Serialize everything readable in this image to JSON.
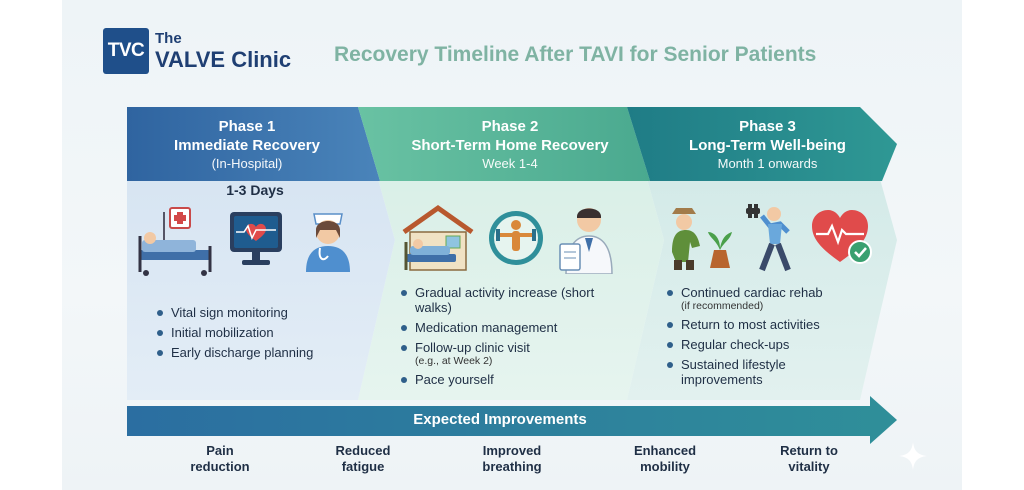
{
  "header": {
    "logo_abbr": "TVC",
    "logo_the": "The",
    "logo_name": "VALVE Clinic",
    "title": "Recovery Timeline After TAVI for Senior Patients"
  },
  "phases": [
    {
      "label": "Phase 1",
      "name": "Immediate Recovery",
      "period": "(In-Hospital)",
      "duration": "1-3 Days",
      "bullets": [
        {
          "text": "Vital sign monitoring",
          "sub": ""
        },
        {
          "text": "Initial mobilization",
          "sub": ""
        },
        {
          "text": "Early discharge planning",
          "sub": ""
        }
      ],
      "icons": [
        "hospital-bed-icon",
        "heart-monitor-icon",
        "nurse-icon"
      ],
      "color": "#3f74ab"
    },
    {
      "label": "Phase 2",
      "name": "Short-Term Home Recovery",
      "period": "Week 1-4",
      "bullets": [
        {
          "text": "Gradual activity increase (short walks)",
          "sub": ""
        },
        {
          "text": "Medication management",
          "sub": ""
        },
        {
          "text": "Follow-up clinic visit",
          "sub": "(e.g., at Week 2)"
        },
        {
          "text": "Pace yourself",
          "sub": ""
        }
      ],
      "icons": [
        "home-rest-icon",
        "exercise-icon",
        "doctor-icon"
      ],
      "color": "#5fb69c"
    },
    {
      "label": "Phase 3",
      "name": "Long-Term Well-being",
      "period": "Month 1 onwards",
      "bullets": [
        {
          "text": "Continued cardiac rehab",
          "sub": "(if recommended)"
        },
        {
          "text": "Return to most activities",
          "sub": ""
        },
        {
          "text": "Regular check-ups",
          "sub": ""
        },
        {
          "text": "Sustained lifestyle improvements",
          "sub": ""
        }
      ],
      "icons": [
        "gardening-icon",
        "walking-weights-icon",
        "healthy-heart-icon"
      ],
      "color": "#2a8a8a"
    }
  ],
  "improvements": {
    "title": "Expected Improvements",
    "outcomes": [
      {
        "line1": "Pain",
        "line2": "reduction"
      },
      {
        "line1": "Reduced",
        "line2": "fatigue"
      },
      {
        "line1": "Improved",
        "line2": "breathing"
      },
      {
        "line1": "Enhanced",
        "line2": "mobility"
      },
      {
        "line1": "Return to",
        "line2": "vitality"
      }
    ]
  },
  "colors": {
    "title": "#7fb3a3",
    "brand": "#1f4f8a",
    "phase1": "#3f74ab",
    "phase2": "#5fb69c",
    "phase3": "#2a8a8a",
    "arrow": "#2e6f95"
  }
}
